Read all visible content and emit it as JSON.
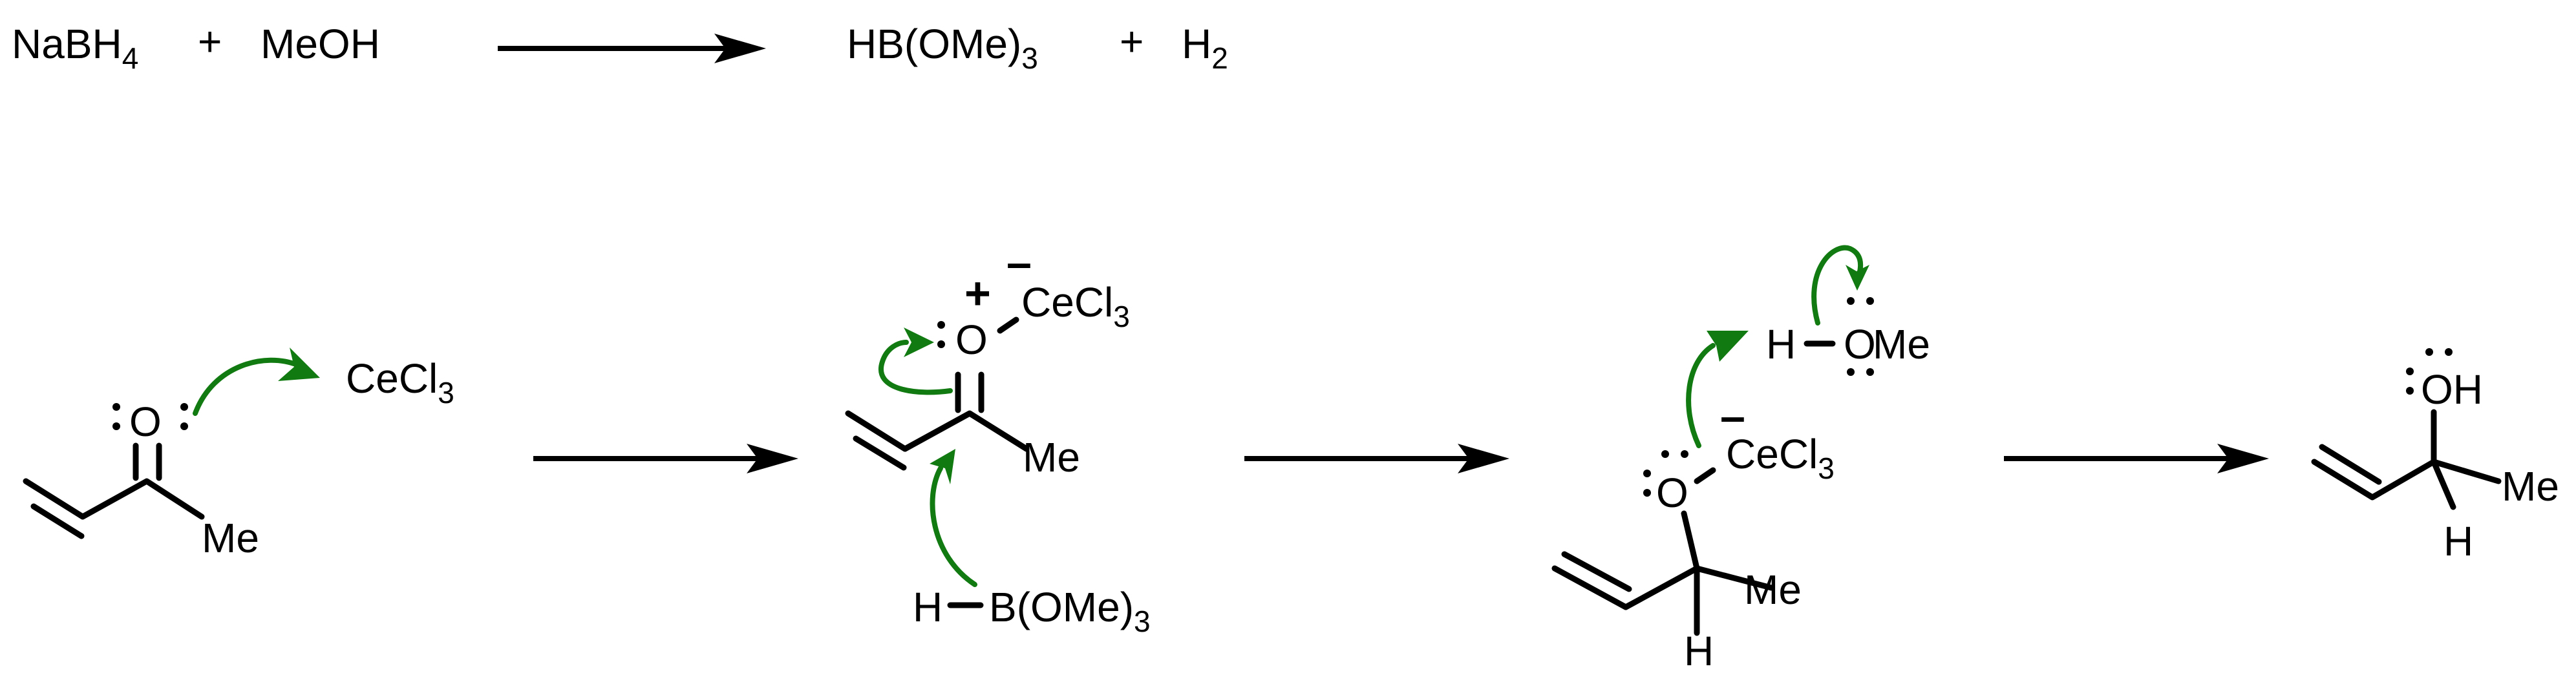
{
  "top_equation": {
    "reactant_1": "NaBH",
    "reactant_1_sub": "4",
    "plus_1": "+",
    "reactant_2": "MeOH",
    "product_1": "HB(OMe)",
    "product_1_sub": "3",
    "plus_2": "+",
    "product_2": "H",
    "product_2_sub": "2"
  },
  "step_1": {
    "oxygen": "O",
    "methyl": "Me",
    "reagent": "CeCl",
    "reagent_sub": "3"
  },
  "step_2": {
    "oxygen": "O",
    "plus_charge": "+",
    "minus_charge": "–",
    "cerium": "CeCl",
    "cerium_sub": "3",
    "methyl": "Me",
    "hydride_h": "H",
    "borane": "B(OMe)",
    "borane_sub": "3"
  },
  "step_3": {
    "h_atom": "H",
    "methoxide_o": "O",
    "methoxide_me": "Me",
    "oxygen": "O",
    "minus_charge": "–",
    "cerium": "CeCl",
    "cerium_sub": "3",
    "methyl": "Me",
    "h_bottom": "H"
  },
  "step_4": {
    "hydroxyl": "OH",
    "methyl": "Me",
    "h_bottom": "H"
  },
  "colors": {
    "bonds": "#000000",
    "curly_arrows": "#117a11",
    "background": "#ffffff"
  }
}
